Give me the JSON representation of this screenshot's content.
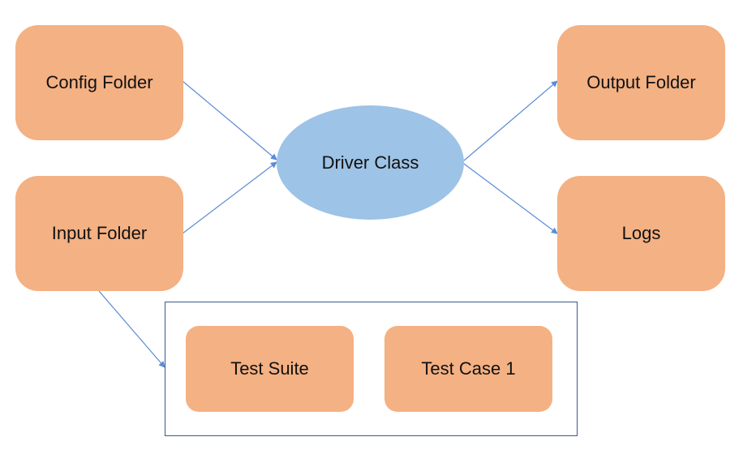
{
  "diagram": {
    "colors": {
      "folder_box": "#f4b183",
      "driver_ellipse": "#9dc3e6",
      "connector": "#5b8bd6",
      "group_frame": "#3a5a8a"
    },
    "nodes": {
      "config_folder": "Config Folder",
      "input_folder": "Input Folder",
      "driver_class": "Driver Class",
      "output_folder": "Output Folder",
      "logs": "Logs",
      "test_suite": "Test Suite",
      "test_case_1": "Test Case 1"
    }
  }
}
